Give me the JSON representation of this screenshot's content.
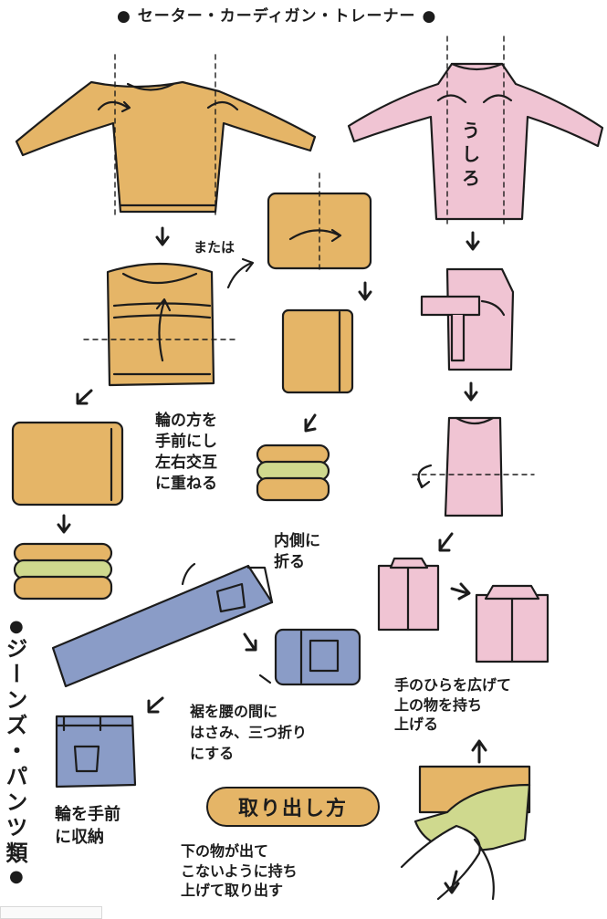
{
  "title": "● セーター・カーディガン・トレーナー ●",
  "labels": {
    "or": "または",
    "sweater_back": "うしろ",
    "alternate": "輪の方を\n手前にし\n左右交互\nに重ねる",
    "fold_inside": "内側に\n折る",
    "jeans_heading": "ジーンズ・パンツ類",
    "tuck_fold": "裾を腰の間に\nはさみ、三つ折り\nにする",
    "store_front": "輪を手前\nに収納",
    "palm_lift": "手のひらを広げて\n上の物を持ち\n上げる",
    "how_to_take_out": "取り出し方",
    "take_out_desc": "下の物が出て\nこないように持ち\n上げて取り出す"
  },
  "colors": {
    "sweater": "#e5b567",
    "shirt": "#f0c4d3",
    "jeans": "#8a9cc7",
    "stripe": "#cfd98e",
    "outline": "#1c1c1c"
  }
}
